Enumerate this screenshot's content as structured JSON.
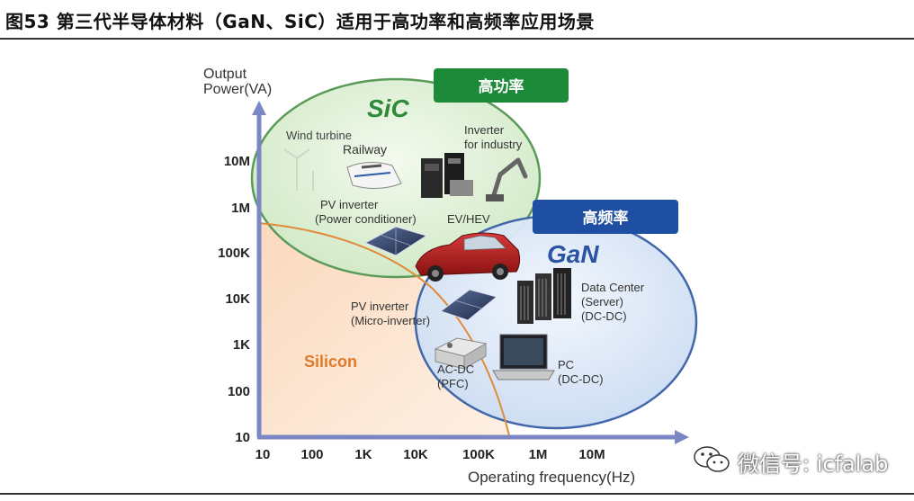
{
  "header": {
    "title": "图53 第三代半导体材料（GaN、SiC）适用于高功率和高频率应用场景"
  },
  "axes": {
    "y_label_line1": "Output",
    "y_label_line2": "Power(VA)",
    "x_label": "Operating  frequency(Hz)",
    "y_ticks": [
      "10M",
      "1M",
      "100K",
      "10K",
      "1K",
      "100",
      "10"
    ],
    "x_ticks": [
      "10",
      "100",
      "1K",
      "10K",
      "100K",
      "1M",
      "10M"
    ]
  },
  "regions": {
    "sic_label": "SiC",
    "gan_label": "GaN",
    "silicon_label": "Silicon",
    "high_power_badge": "高功率",
    "high_freq_badge": "高频率"
  },
  "applications": {
    "wind_turbine": "Wind turbine",
    "railway": "Railway",
    "inverter_line1": "Inverter",
    "inverter_line2": "for industry",
    "pv_inverter_line1": "PV inverter",
    "pv_inverter_line2": "(Power conditioner)",
    "ev_hev": "EV/HEV",
    "pv_micro_line1": "PV inverter",
    "pv_micro_line2": "(Micro-inverter)",
    "data_center_line1": "Data Center",
    "data_center_line2": "(Server)",
    "data_center_line3": "(DC-DC)",
    "acdc_line1": "AC-DC",
    "acdc_line2": "(PFC)",
    "pc_line1": "PC",
    "pc_line2": "(DC-DC)"
  },
  "watermark": {
    "text": "微信号: icfalab",
    "icon": "wechat-icon"
  },
  "colors": {
    "sic_fill": "#e4f2dc",
    "sic_stroke": "#5a9a5a",
    "gan_fill": "#e6eefa",
    "gan_stroke": "#3b62a8",
    "silicon_fill": "#fbe3cf",
    "silicon_text": "#e07a2a",
    "axis": "#7b86c4",
    "badge_green": "#1d8a3a",
    "badge_blue": "#1f4fa3"
  }
}
